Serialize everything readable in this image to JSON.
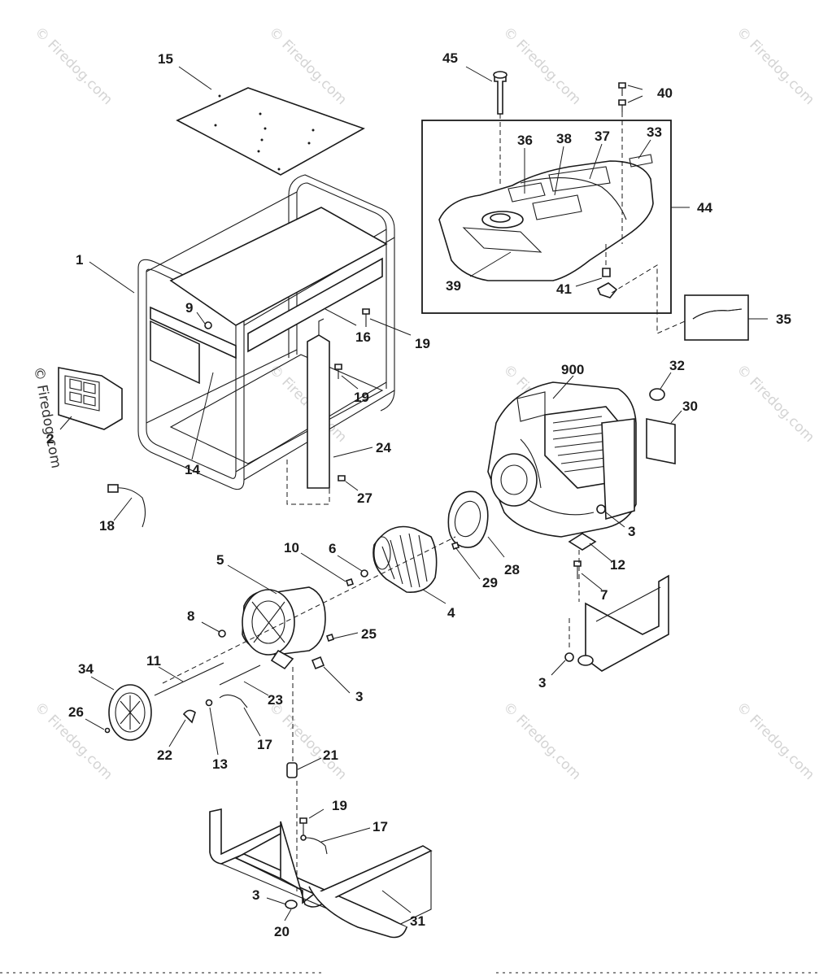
{
  "watermark": {
    "text": "© Firedog.com",
    "color": "#d4d4d4"
  },
  "callouts": [
    {
      "id": "15",
      "label": "15"
    },
    {
      "id": "45",
      "label": "45"
    },
    {
      "id": "40",
      "label": "40"
    },
    {
      "id": "36",
      "label": "36"
    },
    {
      "id": "38",
      "label": "38"
    },
    {
      "id": "37",
      "label": "37"
    },
    {
      "id": "33",
      "label": "33"
    },
    {
      "id": "44",
      "label": "44"
    },
    {
      "id": "39",
      "label": "39"
    },
    {
      "id": "41",
      "label": "41"
    },
    {
      "id": "35",
      "label": "35"
    },
    {
      "id": "1",
      "label": "1"
    },
    {
      "id": "9",
      "label": "9"
    },
    {
      "id": "16",
      "label": "16"
    },
    {
      "id": "19a",
      "label": "19"
    },
    {
      "id": "19b",
      "label": "19"
    },
    {
      "id": "2",
      "label": "2"
    },
    {
      "id": "14",
      "label": "14"
    },
    {
      "id": "24",
      "label": "24"
    },
    {
      "id": "27",
      "label": "27"
    },
    {
      "id": "18",
      "label": "18"
    },
    {
      "id": "900",
      "label": "900"
    },
    {
      "id": "32",
      "label": "32"
    },
    {
      "id": "30",
      "label": "30"
    },
    {
      "id": "3a",
      "label": "3"
    },
    {
      "id": "12",
      "label": "12"
    },
    {
      "id": "7",
      "label": "7"
    },
    {
      "id": "3b",
      "label": "3"
    },
    {
      "id": "28",
      "label": "28"
    },
    {
      "id": "29",
      "label": "29"
    },
    {
      "id": "10",
      "label": "10"
    },
    {
      "id": "6",
      "label": "6"
    },
    {
      "id": "4",
      "label": "4"
    },
    {
      "id": "5",
      "label": "5"
    },
    {
      "id": "8",
      "label": "8"
    },
    {
      "id": "25",
      "label": "25"
    },
    {
      "id": "11",
      "label": "11"
    },
    {
      "id": "34",
      "label": "34"
    },
    {
      "id": "23",
      "label": "23"
    },
    {
      "id": "3c",
      "label": "3"
    },
    {
      "id": "26",
      "label": "26"
    },
    {
      "id": "22",
      "label": "22"
    },
    {
      "id": "13",
      "label": "13"
    },
    {
      "id": "17a",
      "label": "17"
    },
    {
      "id": "21",
      "label": "21"
    },
    {
      "id": "19c",
      "label": "19"
    },
    {
      "id": "17b",
      "label": "17"
    },
    {
      "id": "3d",
      "label": "3"
    },
    {
      "id": "20",
      "label": "20"
    },
    {
      "id": "31",
      "label": "31"
    }
  ]
}
